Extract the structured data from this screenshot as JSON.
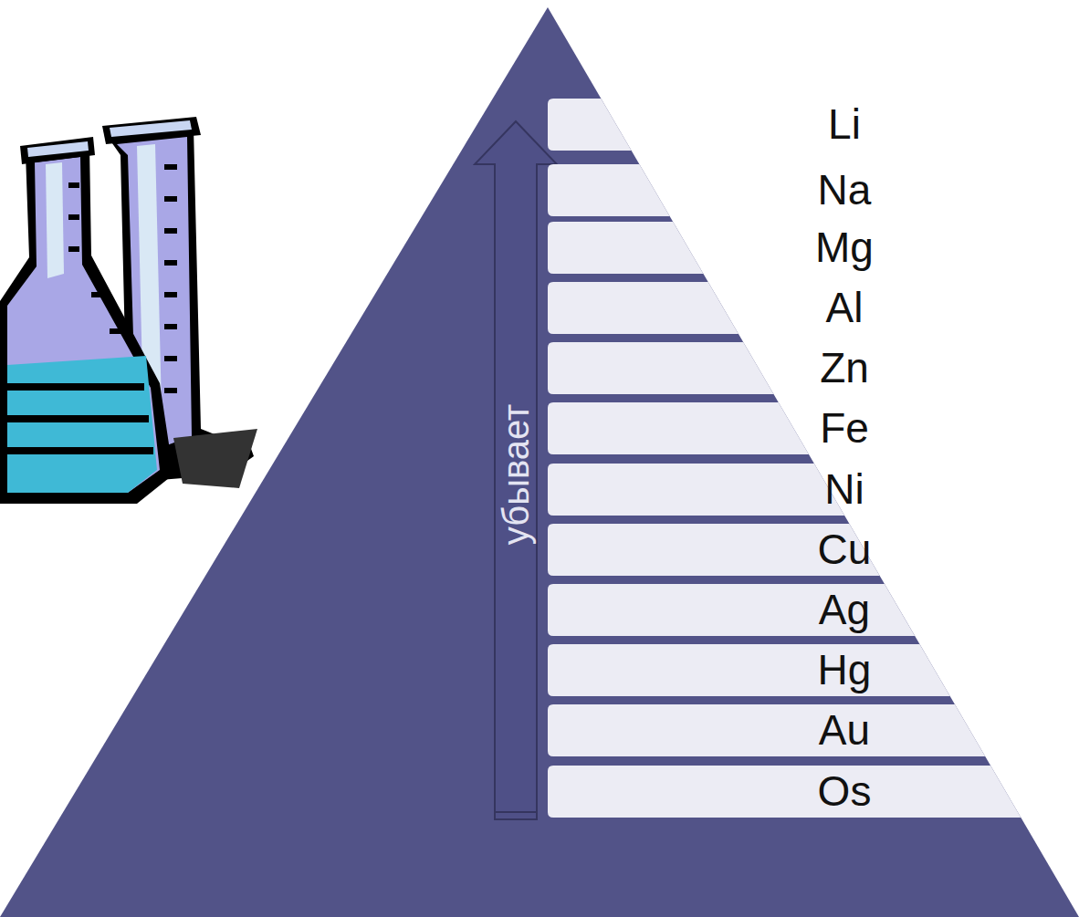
{
  "diagram": {
    "nodes": [
      {
        "text": [
          "убывает"
        ]
      },
      {
        "text": [
          "Li"
        ]
      },
      {
        "text": [
          "Na"
        ]
      },
      {
        "text": [
          "Mg"
        ]
      },
      {
        "text": [
          "Al"
        ]
      },
      {
        "text": [
          "Zn"
        ]
      },
      {
        "text": [
          "Fe"
        ]
      },
      {
        "text": [
          "Ni"
        ]
      },
      {
        "text": [
          "Cu"
        ]
      },
      {
        "text": [
          "Ag"
        ]
      },
      {
        "text": [
          "Hg"
        ]
      },
      {
        "text": [
          "Au"
        ]
      },
      {
        "text": [
          "Os"
        ]
      }
    ]
  }
}
